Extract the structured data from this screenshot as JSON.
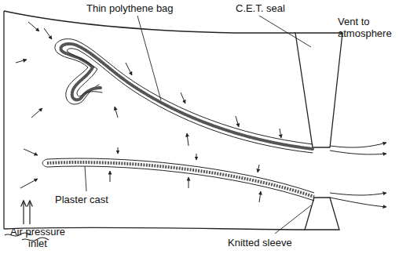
{
  "diagram": {
    "labels": [
      "Thin polythene bag",
      "C.E.T. seal",
      "Vent to atmosphere",
      "Plaster cast",
      "Knitted sleeve",
      "Air pressure inlet"
    ]
  }
}
